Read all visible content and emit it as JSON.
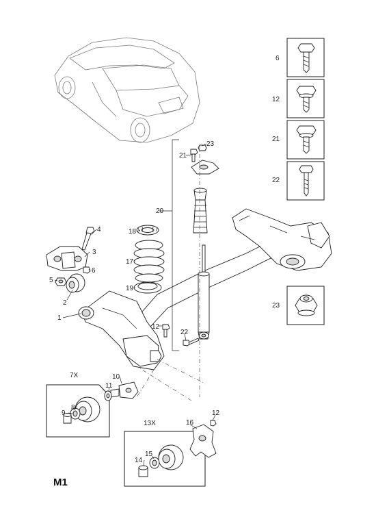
{
  "diagram_code": "M1",
  "callouts": {
    "c1": "1",
    "c2": "2",
    "c3": "3",
    "c4": "4",
    "c5": "5",
    "c6": "6",
    "c10": "10",
    "c11": "11",
    "c12a": "12",
    "c12b": "12",
    "c16": "16",
    "c17": "17",
    "c18": "18",
    "c19": "19",
    "c20": "20",
    "c21": "21",
    "c22": "22",
    "c23": "23",
    "c8": "8",
    "c9": "9",
    "c14": "14",
    "c15": "15"
  },
  "kits": {
    "kit7": "7X",
    "kit13": "13X"
  },
  "side_legend": [
    {
      "num": "6"
    },
    {
      "num": "12"
    },
    {
      "num": "21"
    },
    {
      "num": "22"
    },
    {
      "num": "23"
    }
  ],
  "colors": {
    "line": "#1a1a1a",
    "fill": "#ffffff",
    "shade": "#d9d9d9"
  },
  "icons": [
    "car-silhouette",
    "rear-axle",
    "coil-spring",
    "shock-absorber",
    "wheel-hub",
    "bolt",
    "nut"
  ]
}
